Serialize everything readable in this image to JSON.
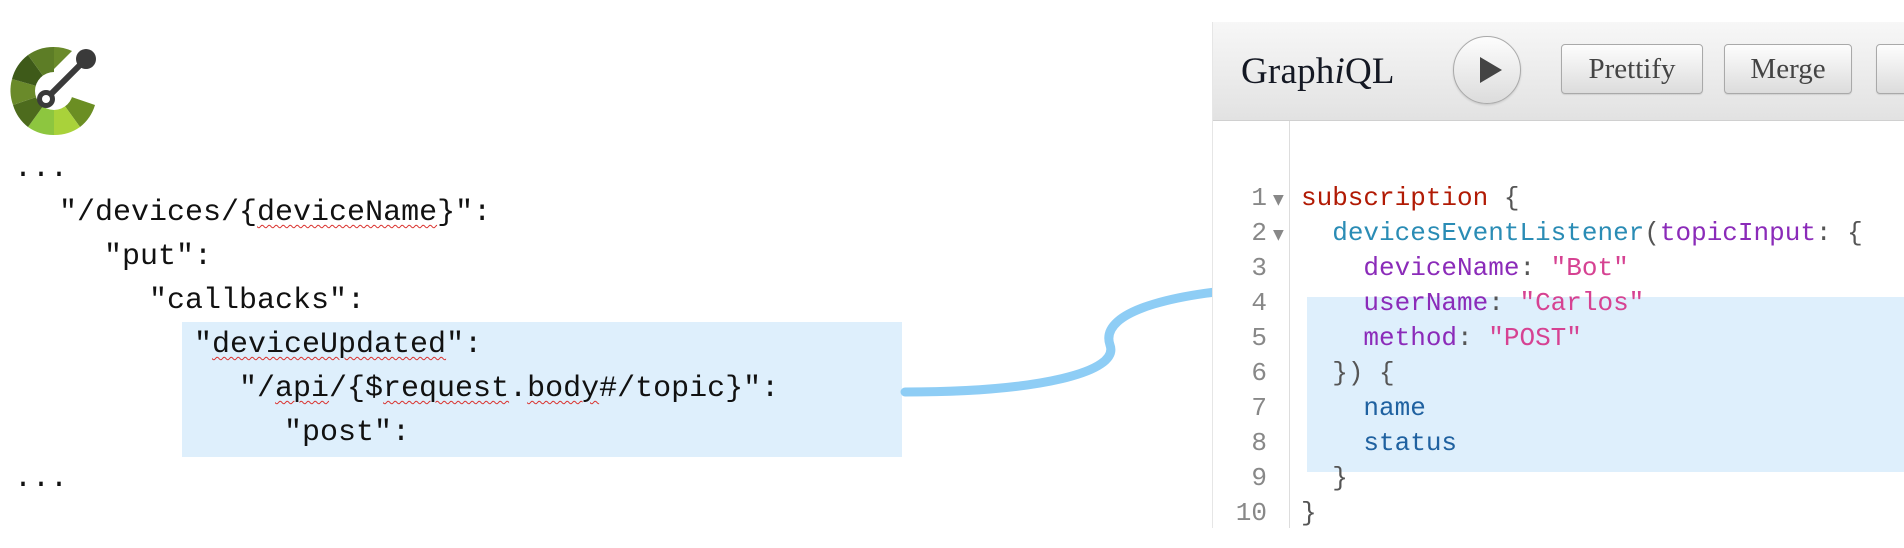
{
  "yaml": {
    "lines": [
      "...",
      "\"/devices/{deviceName}\":",
      "\"put\":",
      "\"callbacks\":",
      "\"deviceUpdated\":",
      "\"/api/{$request.body#/topic}\":",
      "\"post\":",
      "..."
    ]
  },
  "graphiql": {
    "title_prefix": "Graph",
    "title_italic": "i",
    "title_suffix": "QL",
    "run_icon": "play-icon",
    "buttons": {
      "prettify": "Prettify",
      "merge": "Merge"
    },
    "line_numbers": [
      "1",
      "2",
      "3",
      "4",
      "5",
      "6",
      "7",
      "8",
      "9",
      "10"
    ],
    "code": {
      "keyword": "subscription",
      "open_brace": " {",
      "field": "devicesEventListener",
      "paren_open": "(",
      "arg_name": "topicInput",
      "arg_colon": ": {",
      "device_name_key": "deviceName",
      "device_name_value": "\"Bot\"",
      "user_name_key": "userName",
      "user_name_value": "\"Carlos\"",
      "method_key": "method",
      "method_value": "\"POST\"",
      "close_args": "}) {",
      "sel_name": "name",
      "sel_status": "status",
      "close_inner": "}",
      "close_outer": "}",
      "colon": ": "
    }
  },
  "colors": {
    "highlight": "#deeffc",
    "arrow": "#8ecdf5",
    "keyword": "#b11a04",
    "definition": "#2a8cb5",
    "attribute": "#8b2bb9",
    "string": "#d64292",
    "property": "#1f61a0"
  }
}
